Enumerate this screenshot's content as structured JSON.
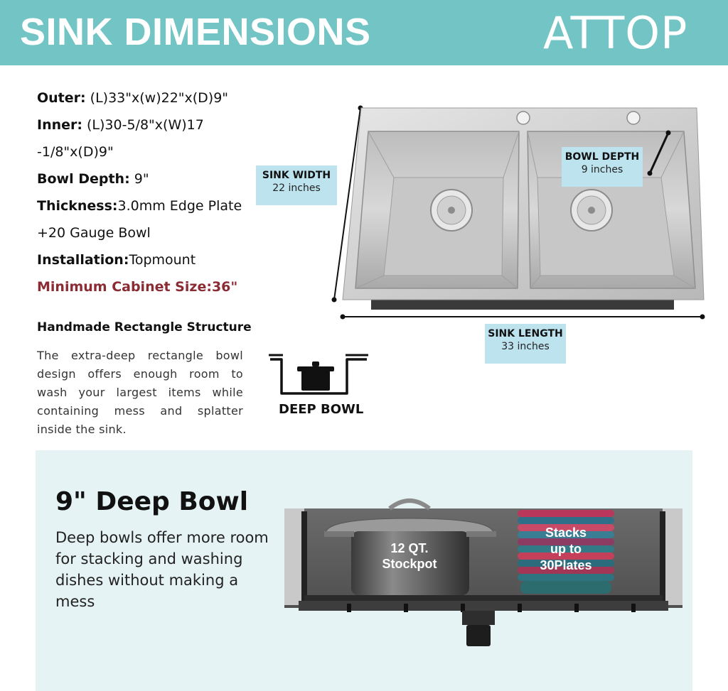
{
  "header": {
    "title": "SINK DIMENSIONS",
    "brand": "ATTOP",
    "bg_color": "#73c4c4"
  },
  "specs": {
    "outer_label": "Outer:",
    "outer_value": " (L)33\"x(w)22\"x(D)9\"",
    "inner_label": "Inner:",
    "inner_value": " (L)30-5/8\"x(W)17",
    "inner_value_2": "-1/8\"x(D)9\"",
    "depth_label": "Bowl Depth:",
    "depth_value": " 9\"",
    "thickness_label": "Thickness:",
    "thickness_value": "3.0mm Edge Plate",
    "thickness_value_2": "+20 Gauge Bowl",
    "installation_label": "Installation:",
    "installation_value": "Topmount",
    "min_cabinet_label": "Minimum Cabinet Size:",
    "min_cabinet_value": "36\""
  },
  "structure": {
    "title": "Handmade Rectangle Structure",
    "description": "The extra-deep rectangle bowl design offers enough room to wash your largest items while containing mess and splatter inside the sink."
  },
  "deep_icon": {
    "icon": "pot-in-bowl-icon",
    "label": "DEEP BOWL"
  },
  "dimensions": {
    "width_title": "SINK WIDTH",
    "width_value": "22 inches",
    "depth_title": "BOWL DEPTH",
    "depth_value": "9 inches",
    "length_title": "SINK LENGTH",
    "length_value": "33 inches",
    "tag_color": "#bde3ef"
  },
  "panel": {
    "title": "9\" Deep Bowl",
    "description": "Deep bowls offer more room for stacking and washing dishes without making a mess",
    "pot_label_1": "12 QT.",
    "pot_label_2": "Stockpot",
    "plates_label_1": "Stacks",
    "plates_label_2": "up to",
    "plates_label_3": "30Plates",
    "bg_color": "#e6f3f4"
  }
}
